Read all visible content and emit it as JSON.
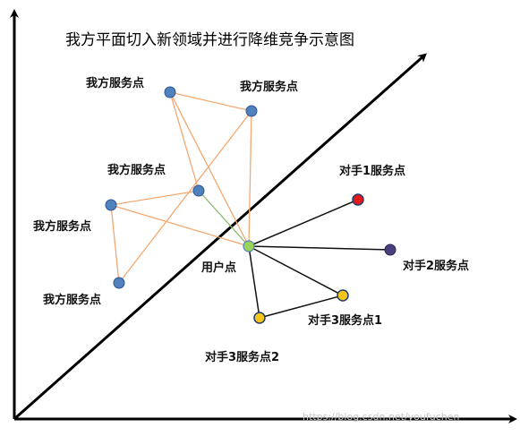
{
  "title": "我方平面切入新领域并进行降维竞争示意图",
  "watermark": "https://blog.csdn.net/youfuchen",
  "colors": {
    "own_node": "#4f81bd",
    "user_node": "#9bd35a",
    "rival1_node": "#e31a1c",
    "rival2_node": "#4a3f7a",
    "rival3_node": "#f5c518",
    "own_link": "#f4a870",
    "rival_link": "#111111",
    "cross_link": "#8db870"
  },
  "labels": {
    "own_a": "我方服务点",
    "own_b": "我方服务点",
    "own_c": "我方服务点",
    "own_d": "我方服务点",
    "own_e": "我方服务点",
    "user": "用户点",
    "rival1": "对手1服务点",
    "rival2": "对手2服务点",
    "rival3_1": "对手3服务点1",
    "rival3_2": "对手3服务点2"
  }
}
